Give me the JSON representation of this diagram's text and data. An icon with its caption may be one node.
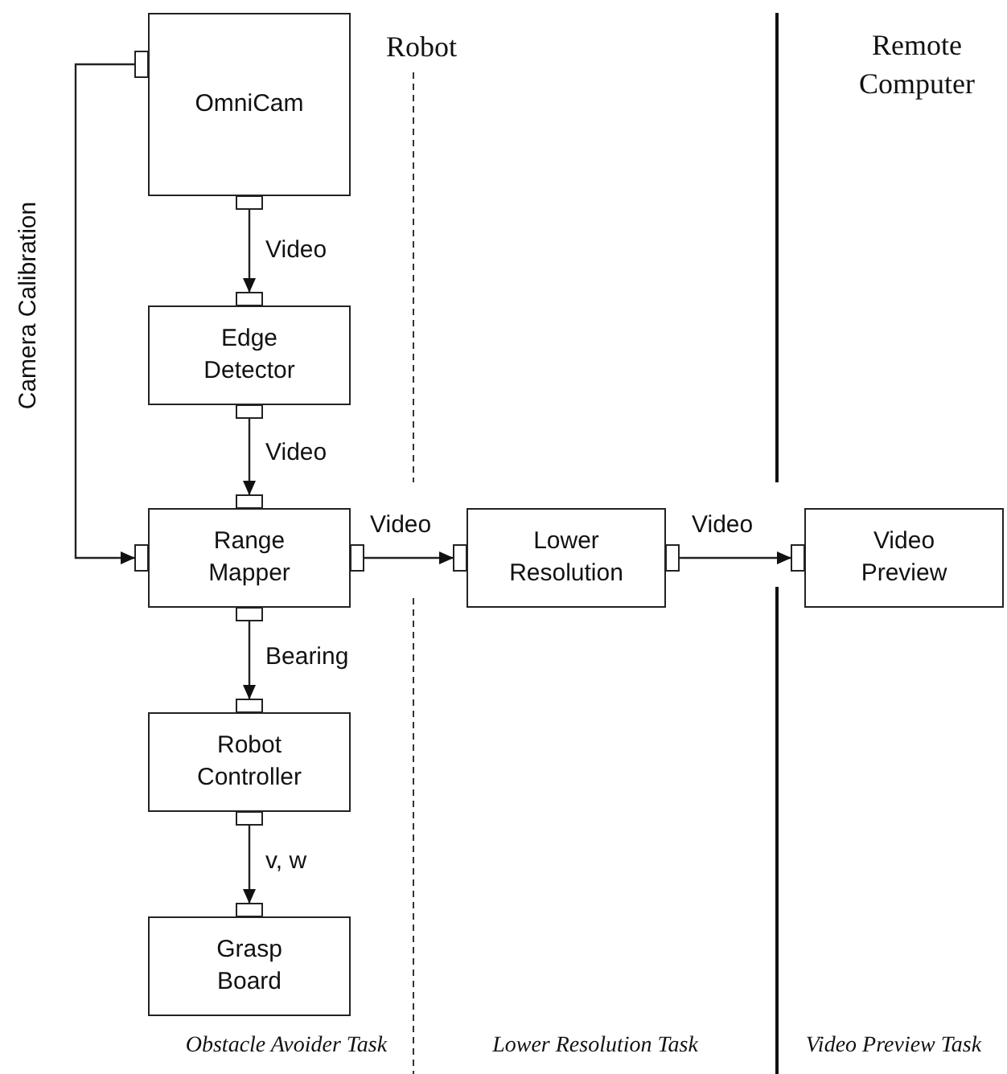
{
  "diagram": {
    "nodes": [
      {
        "text": [
          "OmniCam"
        ]
      },
      {
        "text": [
          "Edge Detector"
        ]
      },
      {
        "text": [
          "Range Mapper"
        ]
      },
      {
        "text": [
          "Lower Resolution"
        ]
      },
      {
        "text": [
          "Video Preview"
        ]
      },
      {
        "text": [
          "Robot Controller"
        ]
      },
      {
        "text": [
          "Grasp Board"
        ]
      }
    ],
    "edges": [
      {
        "from": 0,
        "to": 1,
        "arrow": "to",
        "label": "Video"
      },
      {
        "from": 1,
        "to": 2,
        "arrow": "to",
        "label": "Video"
      },
      {
        "from": 2,
        "to": 3,
        "arrow": "to",
        "label": "Video"
      },
      {
        "from": 3,
        "to": 4,
        "arrow": "to",
        "label": "Video"
      },
      {
        "from": 2,
        "to": 5,
        "arrow": "to",
        "label": "Bearing"
      },
      {
        "from": 5,
        "to": 6,
        "arrow": "to",
        "label": "v, w"
      },
      {
        "from": 0,
        "to": 2,
        "arrow": "to",
        "label": "Camera Calibration"
      }
    ],
    "labels": [
      "Robot",
      "Remote Computer",
      "Obstacle Avoider Task",
      "Lower Resolution Task",
      "Video Preview Task"
    ]
  }
}
